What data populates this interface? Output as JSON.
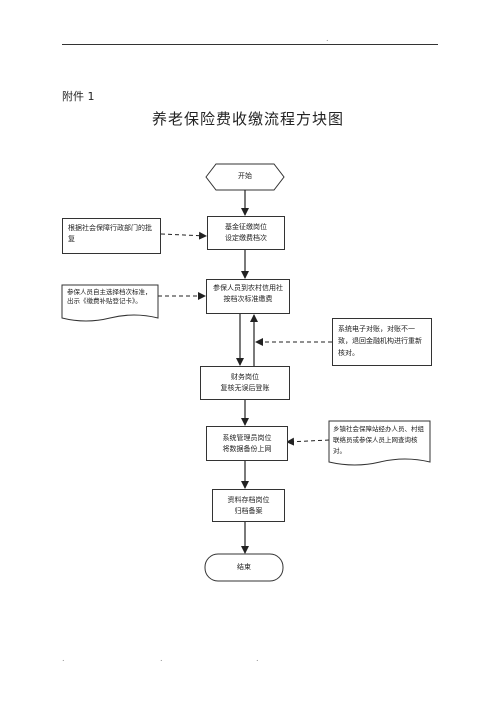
{
  "header": {
    "mark": "."
  },
  "page": {
    "attachment_label": "附件 1",
    "title": "养老保险费收缴流程方块图"
  },
  "flow": {
    "start": "开始",
    "step1": [
      "基金征缴岗位",
      "设定缴费档次"
    ],
    "step2": [
      "参保人员到农村信用社",
      "按档次标准缴费"
    ],
    "step3": [
      "财务岗位",
      "复核无误后登账"
    ],
    "step4": [
      "系统管理员岗位",
      "将数据备份上网"
    ],
    "step5": [
      "资料存档岗位",
      "归档备案"
    ],
    "end": "结束"
  },
  "side_notes": {
    "policy": "根据社会保障行政部门的批复",
    "choice": "参保人员自主选择档次标准，出示《缴费补贴登记卡》。",
    "reconcile": "系统电子对账，对账不一致，退回金融机构进行重新核对。",
    "query": "乡镇社会保障站经办人员、村组联络员或参保人员上网查询核对。"
  },
  "footer": {
    "marks": [
      ".",
      ".",
      "."
    ]
  }
}
